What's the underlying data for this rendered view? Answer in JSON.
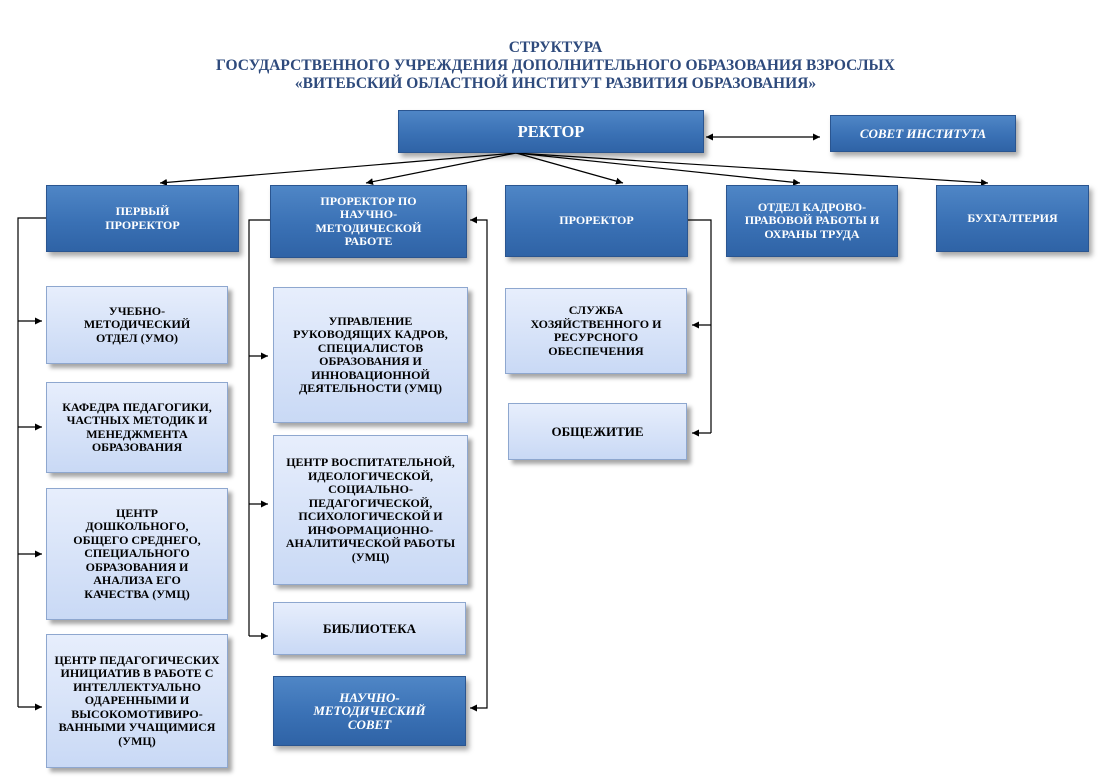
{
  "header": {
    "line1": "СТРУКТУРА",
    "line2": "ГОСУДАРСТВЕННОГО УЧРЕЖДЕНИЯ ДОПОЛНИТЕЛЬНОГО ОБРАЗОВАНИЯ ВЗРОСЛЫХ",
    "line3": "«ВИТЕБСКИЙ ОБЛАСТНОЙ ИНСТИТУТ РАЗВИТИЯ ОБРАЗОВАНИЯ»"
  },
  "nodes": {
    "rector": "РЕКТОР",
    "council": "СОВЕТ ИНСТИТУТА",
    "first_prorector": "ПЕРВЫЙ ПРОРЕКТОР",
    "science_prorector": "ПРОРЕКТОР ПО НАУЧНО-МЕТОДИЧЕСКОЙ РАБОТЕ",
    "prorector": "ПРОРЕКТОР",
    "hr_dept": "ОТДЕЛ КАДРОВО-ПРАВОВОЙ РАБОТЫ И ОХРАНЫ ТРУДА",
    "accounting": "БУХГАЛТЕРИЯ",
    "umo": "УЧЕБНО-МЕТОДИЧЕСКИЙ ОТДЕЛ (УМО)",
    "pedagogy_chair": "КАФЕДРА ПЕДАГОГИКИ, ЧАСТНЫХ МЕТОДИК И МЕНЕДЖМЕНТА ОБРАЗОВАНИЯ",
    "preschool_center": "ЦЕНТР ДОШКОЛЬНОГО, ОБЩЕГО СРЕДНЕГО, СПЕЦИАЛЬНОГО ОБРАЗОВАНИЯ И АНАЛИЗА ЕГО КАЧЕСТВА (УМЦ)",
    "initiatives_center": "ЦЕНТР ПЕДАГОГИЧЕСКИХ ИНИЦИАТИВ В РАБОТЕ С ИНТЕЛЛЕКТУАЛЬНО ОДАРЕННЫМИ И ВЫСОКОМОТИВИРО-ВАННЫМИ УЧАЩИМИСЯ (УМЦ)",
    "management_dept": "УПРАВЛЕНИЕ РУКОВОДЯЩИХ КАДРОВ, СПЕЦИАЛИСТОВ ОБРАЗОВАНИЯ И ИННОВАЦИОННОЙ ДЕЯТЕЛЬНОСТИ (УМЦ)",
    "upbringing_center": "ЦЕНТР ВОСПИТАТЕЛЬНОЙ, ИДЕОЛОГИЧЕСКОЙ, СОЦИАЛЬНО-ПЕДАГОГИЧЕСКОЙ, ПСИХОЛОГИЧЕСКОЙ И ИНФОРМАЦИОННО-АНАЛИТИЧЕСКОЙ РАБОТЫ (УМЦ)",
    "library": "БИБЛИОТЕКА",
    "methodical_council": "НАУЧНО-МЕТОДИЧЕСКИЙ СОВЕТ",
    "supply_service": "СЛУЖБА ХОЗЯЙСТВЕННОГО И РЕСУРСНОГО ОБЕСПЕЧЕНИЯ",
    "dormitory": "ОБЩЕЖИТИЕ"
  },
  "colors": {
    "dark_box": "#3a71b5",
    "light_box": "#c9d9f5",
    "title": "#2e4a7c",
    "connector": "#000000"
  }
}
